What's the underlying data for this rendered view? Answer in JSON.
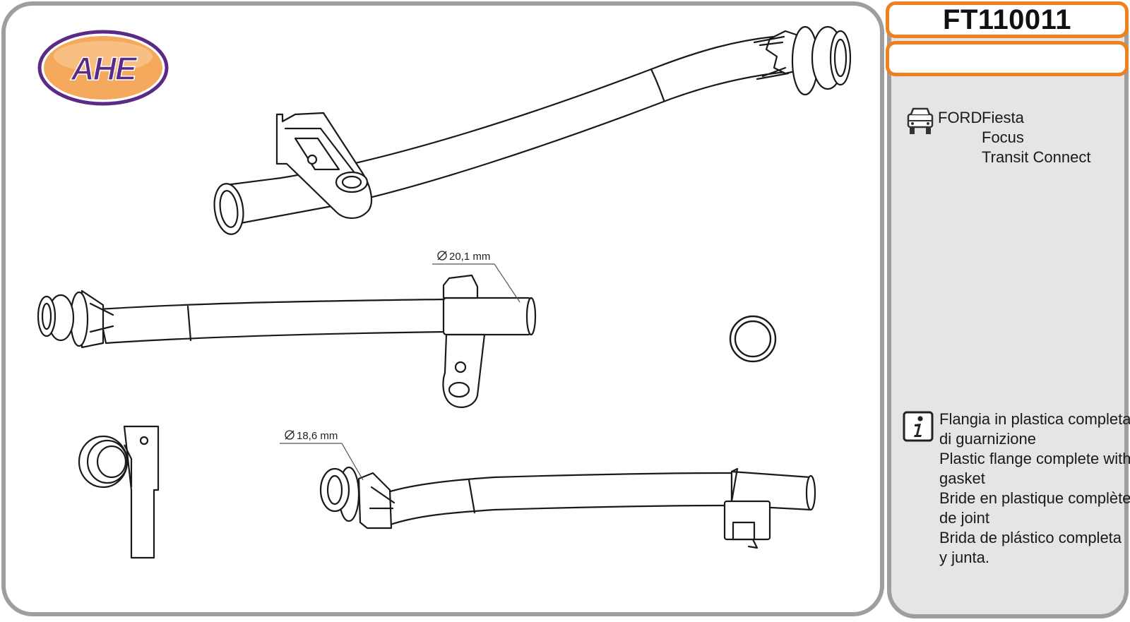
{
  "brand": {
    "logo_text": "AHE",
    "colors": {
      "logo_fill": "#f4a95c",
      "logo_outline": "#5b2a86",
      "logo_text": "#5b2a86"
    }
  },
  "part": {
    "code": "FT110011",
    "secondary_code": ""
  },
  "vehicle": {
    "icon": "car-icon",
    "make": "FORD",
    "models": [
      "Fiesta",
      "Focus",
      "Transit Connect"
    ]
  },
  "description": {
    "icon": "info-icon",
    "lines": [
      "Flangia in plastica completa",
      "di guarnizione",
      "Plastic flange complete with",
      "gasket",
      "Bride en plastique complète",
      "de joint",
      "Brida de plástico completa",
      "y junta."
    ]
  },
  "dimensions": {
    "diameter_1": "20,1 mm",
    "diameter_2": "18,6 mm"
  },
  "colors": {
    "panel_border": "#9e9e9e",
    "info_panel_bg": "#e5e5e5",
    "accent_orange": "#f07f1e"
  }
}
